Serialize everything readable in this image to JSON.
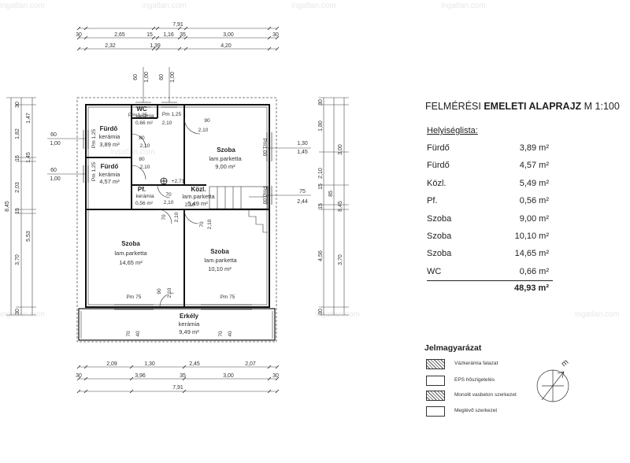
{
  "title": {
    "prefix": "FELMÉRÉSI ",
    "bold": "EMELETI ALAPRAJZ",
    "suffix": " M 1:100"
  },
  "room_list": {
    "heading": "Helyiséglista:",
    "rows": [
      {
        "name": "Fürdő",
        "area": "3,89 m²"
      },
      {
        "name": "Fürdő",
        "area": "4,57 m²"
      },
      {
        "name": "Közl.",
        "area": "5,49 m²"
      },
      {
        "name": "Pf.",
        "area": "0,56 m²"
      },
      {
        "name": "Szoba",
        "area": "9,00 m²"
      },
      {
        "name": "Szoba",
        "area": "10,10 m²"
      },
      {
        "name": "Szoba",
        "area": "14,65 m²"
      },
      {
        "name": "WC",
        "area": "0,66 m²"
      }
    ],
    "total": "48,93 m²"
  },
  "legend": {
    "title": "Jelmagyarázat",
    "items": [
      {
        "label": "Vázkerámia falazat"
      },
      {
        "label": "EPS hőszigetelés"
      },
      {
        "label": "Monolit vasbeton szerkezet"
      },
      {
        "label": "Meglévő szerkezet"
      }
    ]
  },
  "watermark": "ingatlan.com",
  "rooms": {
    "wc": {
      "name": "WC",
      "material": "kerámia",
      "area": "0,66 m²",
      "floor": "Pm 1,25",
      "door": "2,10"
    },
    "bath1": {
      "name": "Fürdő",
      "material": "kerámia",
      "area": "3,89 m²",
      "floor": "Pm 1,25",
      "door_w": "80",
      "door_h": "2,10"
    },
    "bath2": {
      "name": "Fürdő",
      "material": "kerámia",
      "area": "4,57 m²",
      "floor": "Pm 1,25",
      "door_w": "80",
      "door_h": "2,10",
      "level": "+2,71"
    },
    "pf": {
      "name": "Pf.",
      "material": "kerámia",
      "area": "0,56 m²",
      "door_w": "70",
      "door_h": "2,10"
    },
    "kozl": {
      "name": "Közl.",
      "material": "lam.parketta",
      "area": "5,49 m²",
      "door": "2,10"
    },
    "szoba_ne": {
      "name": "Szoba",
      "material": "lam.parketta",
      "area": "9,00 m²",
      "door_w": "90",
      "door_h": "2,10",
      "floor": "Pm1,00"
    },
    "szoba_sw": {
      "name": "Szoba",
      "material": "lam.parketta",
      "area": "14,65 m²",
      "floor": "Pm 75",
      "door_w": "70",
      "door_h": "2,10"
    },
    "szoba_se": {
      "name": "Szoba",
      "material": "lam.parketta",
      "area": "10,10 m²",
      "floor": "Pm 75",
      "door_w": "70",
      "door_h": "2,10"
    },
    "erkely": {
      "name": "Erkély",
      "material": "kerámia",
      "area": "9,49 m²",
      "door_w": "90",
      "door_h": "2,10"
    }
  },
  "dims": {
    "top_total": "7,91",
    "top_row1": [
      "30",
      "2,65",
      "15",
      "1,16",
      "35",
      "3,00",
      "30"
    ],
    "top_row2": [
      "2,32",
      "1,39",
      "4,20"
    ],
    "bottom_row1": [
      "2,09",
      "1,30",
      "2,45",
      "2,07"
    ],
    "bottom_row2": [
      "30",
      "3,96",
      "35",
      "3,00",
      "30"
    ],
    "bottom_total": "7,91",
    "left_outer": [
      "30",
      "1,47",
      "1,82",
      "15",
      "1,45",
      "2,03",
      "15",
      "5,53",
      "3,70",
      "30",
      "8,45"
    ],
    "right_outer": [
      "30",
      "1,80",
      "3,00",
      "2,10",
      "15",
      "85",
      "15",
      "4,56",
      "3,70",
      "30",
      "8,45"
    ],
    "left_windows": [
      [
        "60",
        "1,00"
      ],
      [
        "60",
        "1,00"
      ]
    ],
    "top_windows": [
      [
        "60",
        "1,00"
      ],
      [
        "60",
        "1,00"
      ]
    ],
    "right_windows": [
      [
        "1,30",
        "1,45"
      ],
      [
        "75",
        "2,44"
      ]
    ],
    "stair_labels": [
      "Pm0,00"
    ],
    "balcony_doors": [
      "70",
      "40",
      "70",
      "40"
    ]
  }
}
